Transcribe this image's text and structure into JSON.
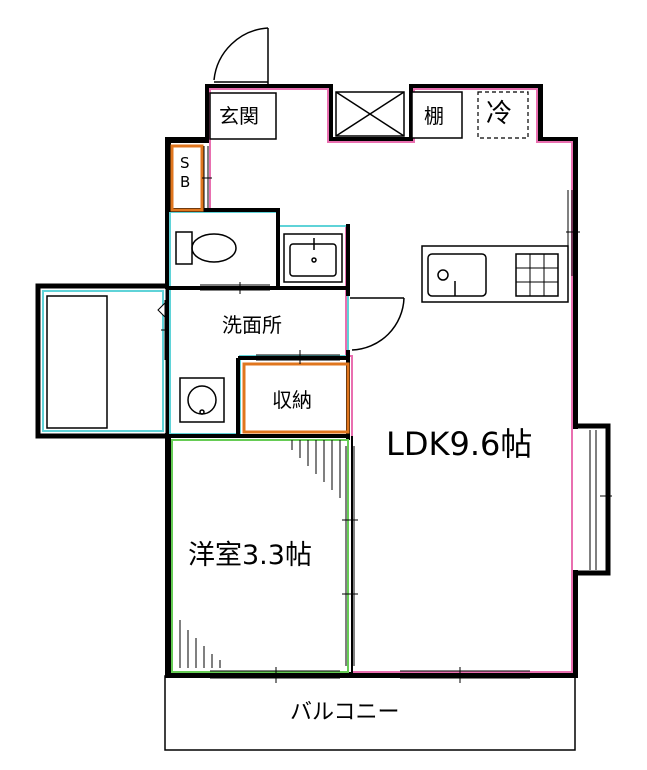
{
  "rooms": {
    "entrance": "玄関",
    "shoe_box": "S\nB",
    "shelf": "棚",
    "fridge": "冷",
    "washroom": "洗面所",
    "storage": "収納",
    "ldk": "LDK9.6帖",
    "western_room": "洋室3.3帖",
    "balcony": "バルコニー"
  },
  "colors": {
    "wall": "#000000",
    "ldk_outline": "#e96fb0",
    "water_area_outline": "#5fd3d8",
    "storage_outline": "#e0761e",
    "western_room_outline": "#66cc55"
  }
}
